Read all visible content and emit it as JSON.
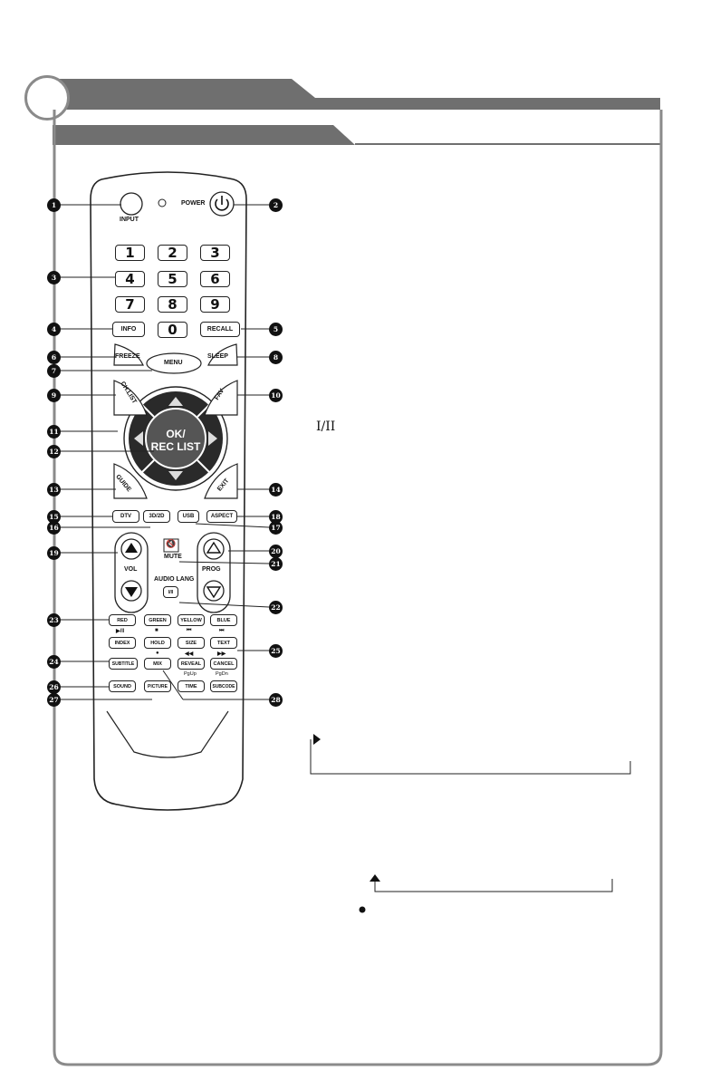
{
  "remote": {
    "input_label": "INPUT",
    "power_label": "POWER",
    "digits": [
      "1",
      "2",
      "3",
      "4",
      "5",
      "6",
      "7",
      "8",
      "9"
    ],
    "zero": "0",
    "info": "INFO",
    "recall": "RECALL",
    "freeze": "FREEZE",
    "menu": "MENU",
    "sleep": "SLEEP",
    "chlist": "CH.LIST",
    "fav": "FAV",
    "ok_line1": "OK/",
    "ok_line2": "REC LIST",
    "guide": "GUIDE",
    "exit": "EXIT",
    "dtv": "DTV",
    "btn_3d2d": "3D/2D",
    "usb": "USB",
    "aspect": "ASPECT",
    "vol": "VOL",
    "mute": "MUTE",
    "prog": "PROG",
    "audio_lang": "AUDIO LANG",
    "i_ii_small": "I/II",
    "red": "RED",
    "green": "GREEN",
    "yellow": "YELLOW",
    "blue": "BLUE",
    "index": "INDEX",
    "hold": "HOLD",
    "size": "SIZE",
    "text": "TEXT",
    "subtitle": "SUBTITLE",
    "mix": "MIX",
    "reveal": "REVEAL",
    "cancel": "CANCEL",
    "pgup": "PgUp",
    "pgdn": "PgDn",
    "sound": "SOUND",
    "picture": "PICTURE",
    "time": "TIME",
    "subcode": "SUBCODE",
    "glyph_play_pause": "▶/‖",
    "glyph_stop": "■",
    "glyph_prev": "⏮",
    "glyph_next": "⏭",
    "glyph_rew": "◀◀",
    "glyph_ff": "▶▶",
    "glyph_rec": "●"
  },
  "callouts": [
    "1",
    "2",
    "3",
    "4",
    "5",
    "6",
    "7",
    "8",
    "9",
    "10",
    "11",
    "12",
    "13",
    "14",
    "15",
    "16",
    "17",
    "18",
    "19",
    "20",
    "21",
    "22",
    "23",
    "24",
    "25",
    "26",
    "27",
    "28"
  ],
  "body_text": {
    "i_ii_symbol": "I/II"
  },
  "colors": {
    "frame": "#8a8a8a",
    "header": "#6f6f6f",
    "ink": "#111111"
  }
}
